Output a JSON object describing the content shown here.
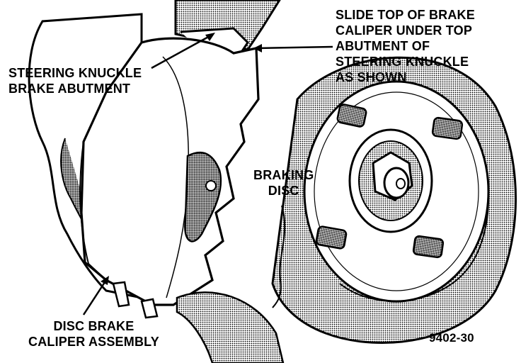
{
  "callouts": {
    "steering_knuckle": [
      "STEERING KNUCKLE",
      "BRAKE ABUTMENT"
    ],
    "slide_top": [
      "SLIDE TOP OF BRAKE",
      "CALIPER UNDER TOP",
      "ABUTMENT OF",
      "STEERING KNUCKLE",
      "AS SHOWN"
    ],
    "braking_disc": [
      "BRAKING",
      "DISC"
    ],
    "caliper_assembly": [
      "DISC BRAKE",
      "CALIPER ASSEMBLY"
    ]
  },
  "figure_number": "9402-30",
  "colors": {
    "ink": "#000000",
    "paper": "#ffffff",
    "halftone": "#8a8a8a"
  }
}
